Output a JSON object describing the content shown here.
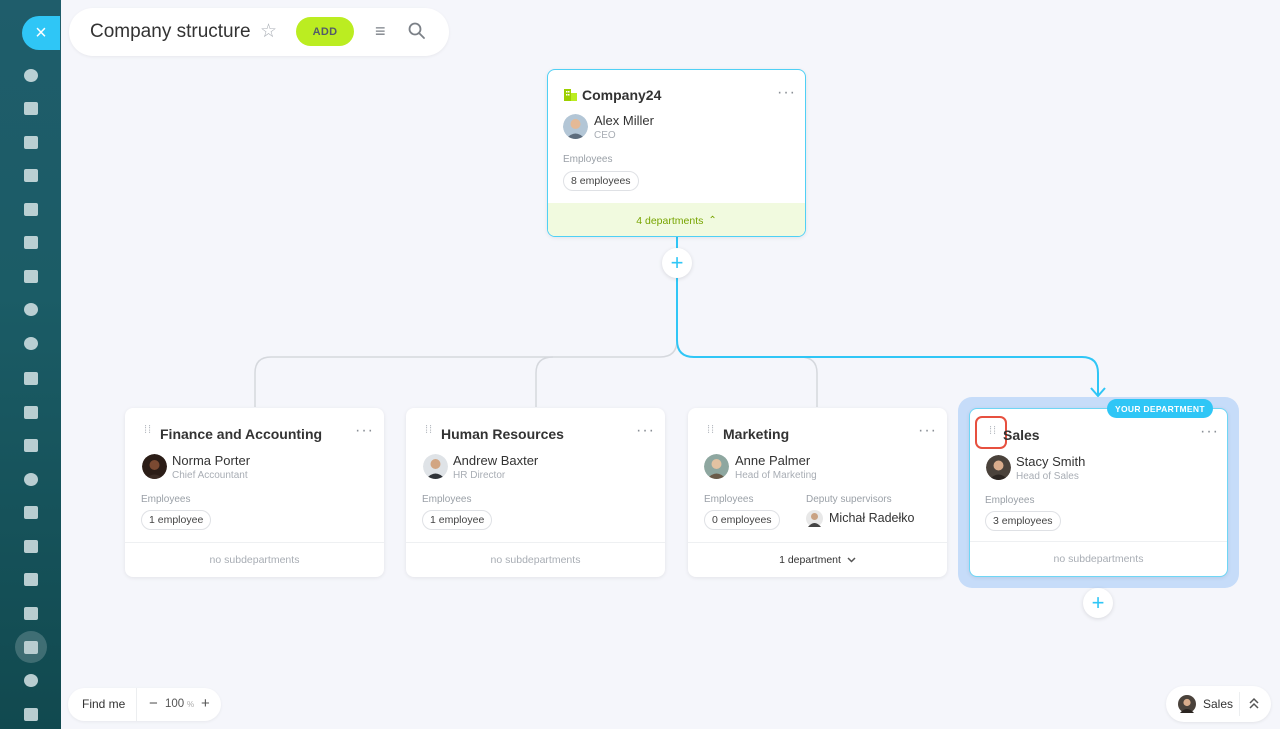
{
  "sidebar": {
    "close_label": "×"
  },
  "header": {
    "title": "Company structure",
    "add_label": "ADD"
  },
  "root": {
    "name": "Company24",
    "head_name": "Alex Miller",
    "head_role": "CEO",
    "employees_label": "Employees",
    "employees_count": "8 employees",
    "departments_toggle": "4 departments"
  },
  "departments": [
    {
      "name": "Finance and Accounting",
      "head_name": "Norma Porter",
      "head_role": "Chief Accountant",
      "employees_label": "Employees",
      "employees_count": "1 employee",
      "footer": "no subdepartments"
    },
    {
      "name": "Human Resources",
      "head_name": "Andrew Baxter",
      "head_role": "HR Director",
      "employees_label": "Employees",
      "employees_count": "1 employee",
      "footer": "no subdepartments"
    },
    {
      "name": "Marketing",
      "head_name": "Anne Palmer",
      "head_role": "Head of Marketing",
      "employees_label": "Employees",
      "employees_count": "0 employees",
      "deputy_label": "Deputy supervisors",
      "deputy_name": "Michał Radełko",
      "footer": "1 department"
    },
    {
      "name": "Sales",
      "badge": "YOUR DEPARTMENT",
      "head_name": "Stacy Smith",
      "head_role": "Head of Sales",
      "employees_label": "Employees",
      "employees_count": "3 employees",
      "footer": "no subdepartments"
    }
  ],
  "bottom": {
    "find_me": "Find me",
    "zoom_minus": "−",
    "zoom_value": "100",
    "zoom_unit": "%",
    "zoom_plus": "+",
    "current_department": "Sales"
  },
  "colors": {
    "accent": "#2fc6f6",
    "add_button": "#bbed21",
    "root_footer": "#f1fadf",
    "root_footer_text": "#77a400",
    "selection_frame": "#c6dcf9",
    "highlight_box": "#e7503f"
  }
}
